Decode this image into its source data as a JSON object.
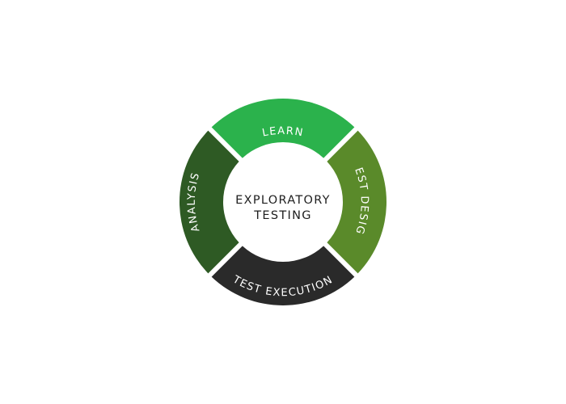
{
  "diagram": {
    "center_lines": [
      "EXPLORATORY",
      "TESTING"
    ],
    "segments": [
      {
        "id": "learn",
        "label": "LEARN",
        "color": "#2bb24c"
      },
      {
        "id": "test-design",
        "label": "TEST DESIGN",
        "color": "#5a8a2a"
      },
      {
        "id": "test-execution",
        "label": "TEST EXECUTION",
        "color": "#2a2a2a"
      },
      {
        "id": "analysis",
        "label": "ANALYSIS",
        "color": "#2e5a24"
      }
    ]
  }
}
